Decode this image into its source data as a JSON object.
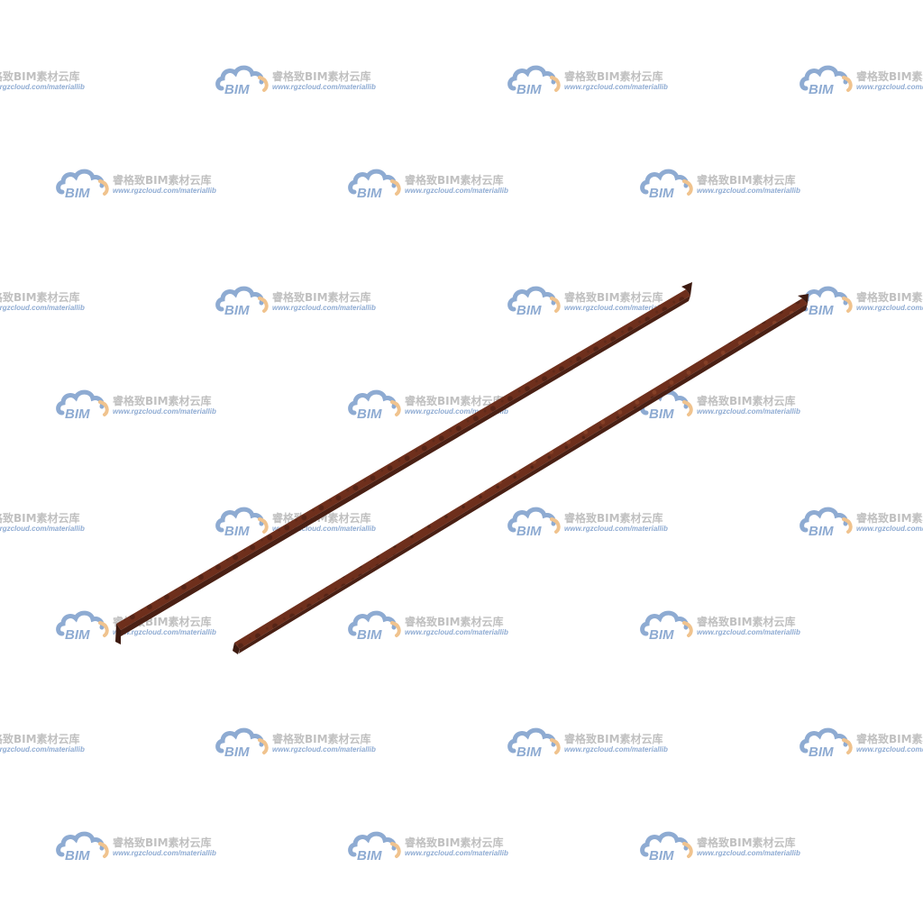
{
  "watermark": {
    "logo_text": "BIM",
    "title": "睿格致BIM素材云库",
    "url": "www.rgzcloud.com/materiallib",
    "logo_color": "#4a78b8",
    "accent_color": "#e8a04a",
    "title_color": "#9a9a9a"
  },
  "beams": [
    {
      "name": "rusted-channel-beam"
    },
    {
      "name": "rusted-channel-beam"
    }
  ],
  "colors": {
    "background": "#ffffff",
    "rust_base": "#6e2f1c",
    "rust_dark": "#3d1a10",
    "rust_light": "#8a4428"
  }
}
